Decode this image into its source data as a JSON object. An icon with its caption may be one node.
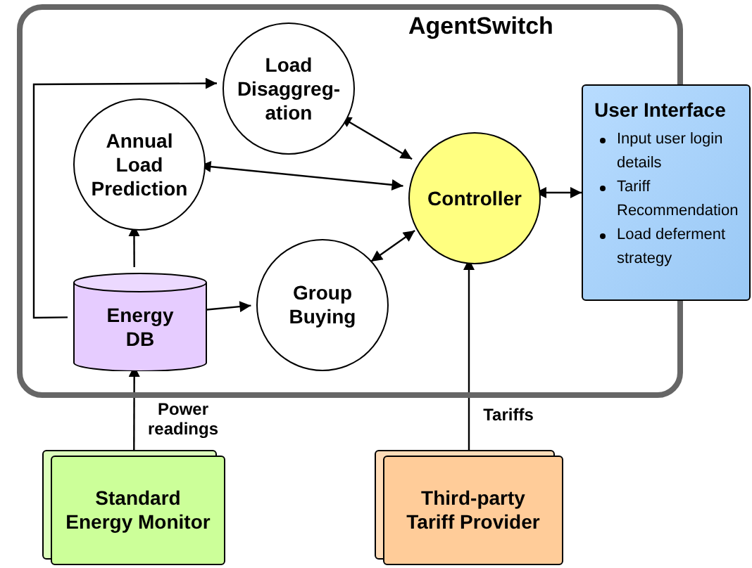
{
  "diagram": {
    "nodes": [
      {
        "text": [
          "AgentSwitch"
        ]
      },
      {
        "text": [
          "Load Disaggreg- ation"
        ],
        "in": 0
      },
      {
        "text": [
          "Annual Load Prediction"
        ],
        "in": 0
      },
      {
        "text": [
          "Controller"
        ],
        "in": 0
      },
      {
        "text": [
          "Group Buying"
        ],
        "in": 0
      },
      {
        "text": [
          "Energy DB"
        ],
        "in": 0
      },
      {
        "text": [
          "User Interface",
          "Input user login details",
          "Tariff Recommendation",
          "Load deferment strategy"
        ]
      },
      {
        "text": [
          "Standard Energy Monitor"
        ]
      },
      {
        "text": [
          "Third-party Tariff Provider"
        ]
      }
    ],
    "edges": [
      {
        "from": 5,
        "to": 1,
        "arrow": "to"
      },
      {
        "from": 5,
        "to": 2,
        "arrow": "to"
      },
      {
        "from": 5,
        "to": 4,
        "arrow": "to"
      },
      {
        "from": 1,
        "to": 3,
        "arrow": "both"
      },
      {
        "from": 2,
        "to": 3,
        "arrow": "both"
      },
      {
        "from": 4,
        "to": 3,
        "arrow": "both"
      },
      {
        "from": 3,
        "to": 6,
        "arrow": "both"
      },
      {
        "from": 7,
        "to": 5,
        "arrow": "to",
        "label": "Power readings"
      },
      {
        "from": 8,
        "to": 3,
        "arrow": "to",
        "label": "Tariffs"
      }
    ]
  }
}
